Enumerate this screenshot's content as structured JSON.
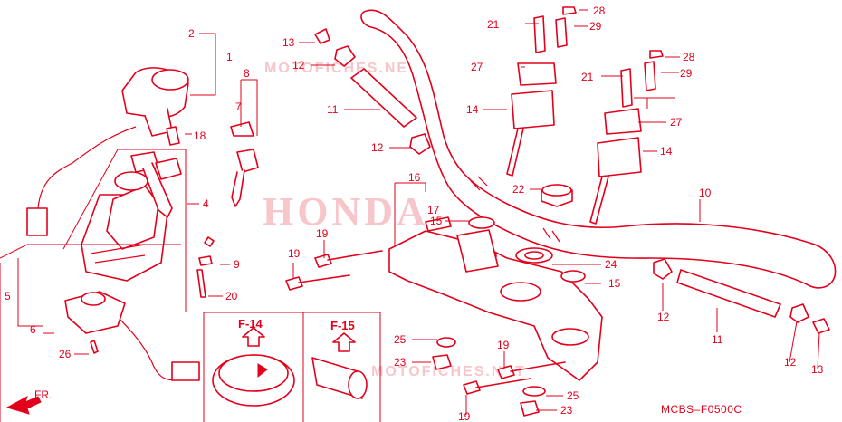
{
  "diagram": {
    "code": "MCBS–F0500C",
    "front_label": "FR.",
    "section_a": "F-14",
    "section_b": "F-15",
    "watermark_brand": "HONDA",
    "watermark_site": "MOTOFICHES.NET"
  },
  "callouts": {
    "c1": "1",
    "c2": "2",
    "c3": "4",
    "c4": "5",
    "c5": "6",
    "c6": "7",
    "c7": "8",
    "c8": "9",
    "c9": "10",
    "c10": "11",
    "c11": "11",
    "c12": "12",
    "c13": "12",
    "c14": "12",
    "c15": "12",
    "c16": "13",
    "c17": "13",
    "c18": "14",
    "c19": "14",
    "c20": "15",
    "c21": "15",
    "c22": "16",
    "c23": "17",
    "c24": "18",
    "c25": "19",
    "c26": "19",
    "c27": "19",
    "c28": "20",
    "c29": "21",
    "c30": "21",
    "c31": "22",
    "c32": "23",
    "c33": "23",
    "c34": "24",
    "c35": "25",
    "c36": "25",
    "c37": "26",
    "c38": "27",
    "c39": "27",
    "c40": "28",
    "c41": "28",
    "c42": "29",
    "c43": "29"
  },
  "colors": {
    "line": "#e3001b",
    "watermark": "#f7c6cb",
    "background": "#ffffff"
  }
}
